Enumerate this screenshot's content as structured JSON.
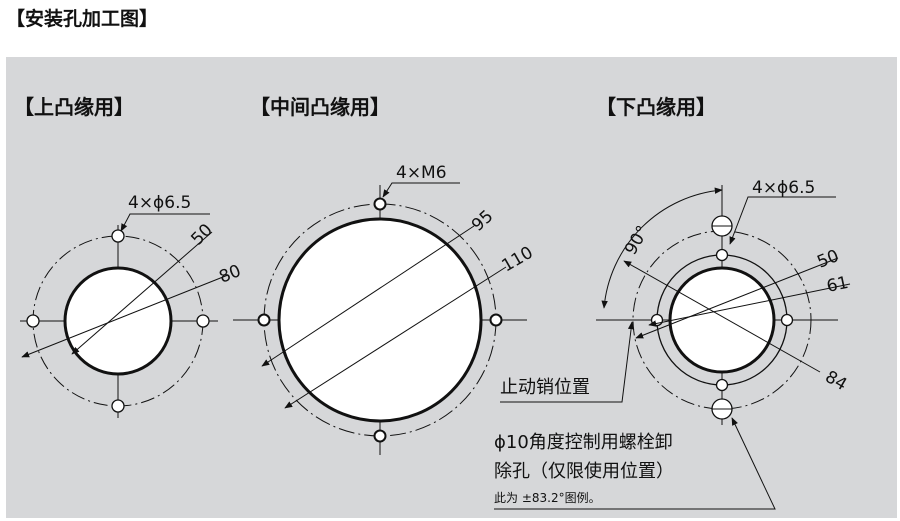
{
  "title": "【安装孔加工图】",
  "sections": {
    "top": {
      "label": "【上凸缘用】",
      "hole": "4×ϕ6.5",
      "d_inner": "50",
      "d_outer": "80"
    },
    "middle": {
      "label": "【中间凸缘用】",
      "screw": "4×M6",
      "d_inner": "95",
      "d_outer": "110"
    },
    "bottom": {
      "label": "【下凸缘用】",
      "hole": "4×ϕ6.5",
      "angle": "90°",
      "d_inner": "50",
      "d_mid": "61",
      "d_outer": "84"
    }
  },
  "notes": {
    "stop_pin": "止动销位置",
    "angle_hole_line1": "ϕ10角度控制用螺栓卸",
    "angle_hole_line2": "除孔（仅限使用位置）",
    "example": "此为 ±83.2°图例。"
  }
}
